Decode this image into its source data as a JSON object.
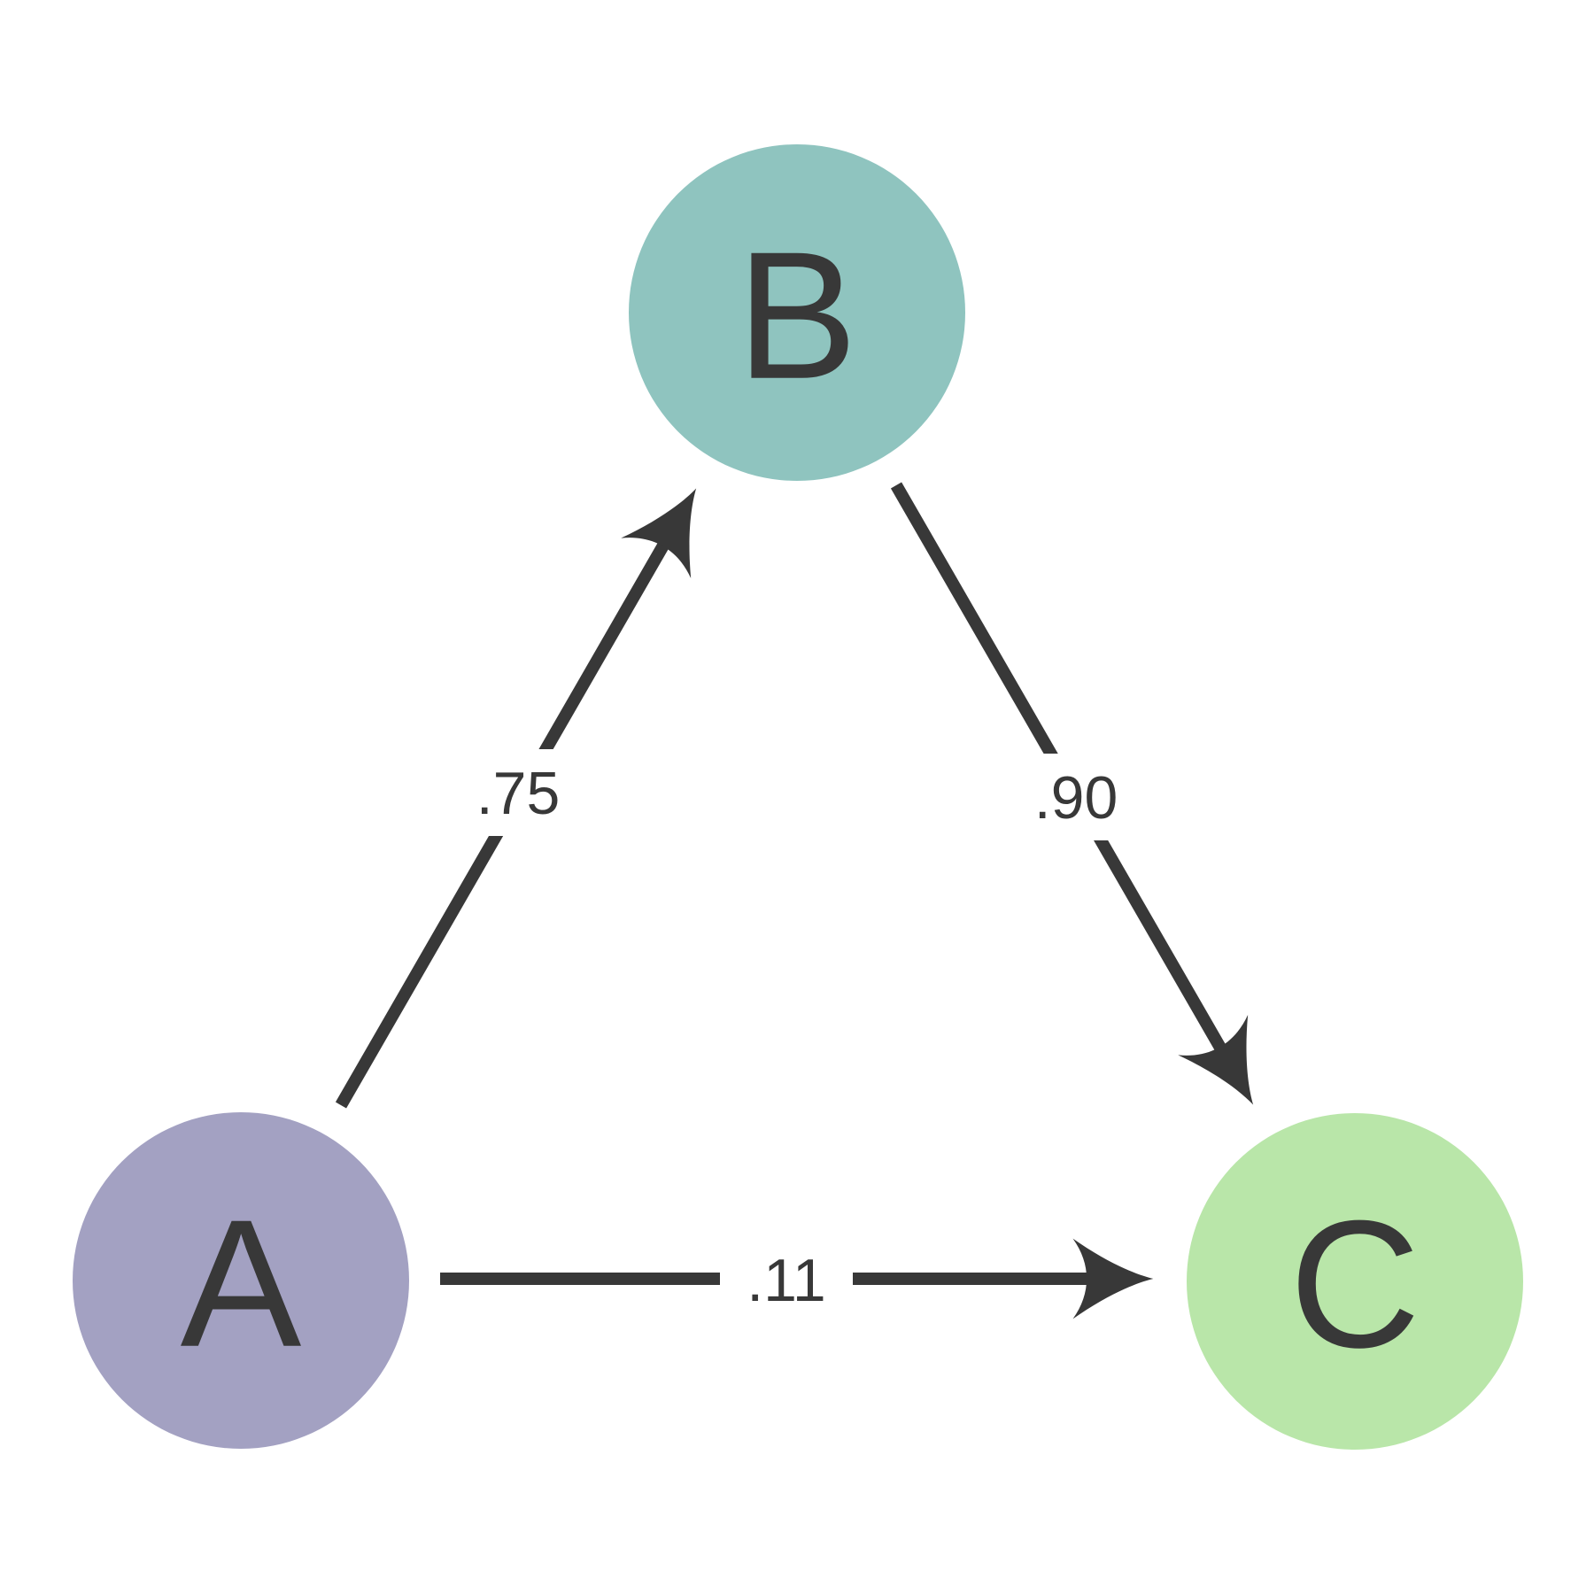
{
  "diagram": {
    "background_color": "#ffffff",
    "edge_color": "#383838",
    "label_color": "#383838",
    "nodes": [
      {
        "id": "A",
        "label": "A",
        "color": "#a3a1c2"
      },
      {
        "id": "B",
        "label": "B",
        "color": "#8fc4bf"
      },
      {
        "id": "C",
        "label": "C",
        "color": "#b9e6a9"
      }
    ],
    "edges": [
      {
        "from": "A",
        "to": "B",
        "label": ".75"
      },
      {
        "from": "B",
        "to": "C",
        "label": ".90"
      },
      {
        "from": "A",
        "to": "C",
        "label": ".11"
      }
    ]
  }
}
